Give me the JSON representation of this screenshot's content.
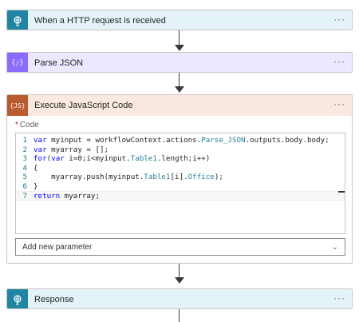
{
  "steps": {
    "http": {
      "title": "When a HTTP request is received",
      "color": "#1f85a3",
      "icon": "globe-icon",
      "header_bg": "#e4f3f8"
    },
    "parse": {
      "title": "Parse JSON",
      "color": "#8c6cff",
      "icon": "braces-icon",
      "header_bg": "#ece8ff"
    },
    "js": {
      "title": "Execute JavaScript Code",
      "color": "#ba5a31",
      "icon": "js-icon",
      "badge_text": "{JS}",
      "header_bg": "#f9e9e1",
      "code_label": "Code",
      "required_mark": "*",
      "code_lines": [
        "var myinput = workflowContext.actions.Parse_JSON.outputs.body.body;",
        "var myarray = [];",
        "for(var i=0;i<myinput.Table1.length;i++)",
        "{",
        "    myarray.push(myinput.Table1[i].Office);",
        "}",
        "return myarray;"
      ],
      "add_param_label": "Add new parameter"
    },
    "response": {
      "title": "Response",
      "color": "#1f85a3",
      "icon": "globe-icon",
      "header_bg": "#e4f3f8"
    }
  },
  "more_label": "···"
}
